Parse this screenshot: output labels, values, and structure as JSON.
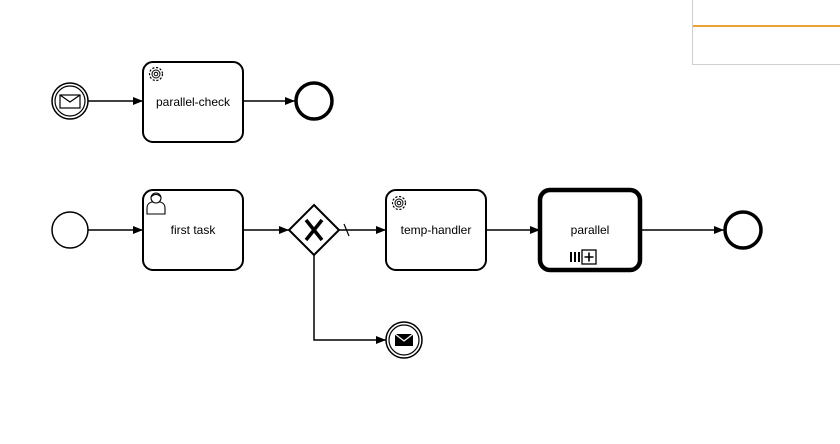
{
  "diagram": {
    "top_process": {
      "start_event": {
        "type": "message-start-event",
        "icon": "envelope-icon"
      },
      "task": {
        "label": "parallel-check",
        "type": "service-task",
        "icon": "gear-icon"
      },
      "end_event": {
        "type": "end-event"
      }
    },
    "main_process": {
      "start_event": {
        "type": "start-event"
      },
      "task_1": {
        "label": "first task",
        "type": "user-task",
        "icon": "user-icon"
      },
      "gateway": {
        "type": "exclusive-gateway",
        "marker": "X"
      },
      "default_flow_marker": true,
      "task_2": {
        "label": "temp-handler",
        "type": "service-task",
        "icon": "gear-icon"
      },
      "subprocess": {
        "label": "parallel",
        "type": "collapsed-subprocess",
        "markers": [
          "parallel-multi-instance-icon",
          "collapsed-plus-icon"
        ]
      },
      "end_event": {
        "type": "end-event"
      },
      "message_end_event": {
        "type": "message-end-event",
        "icon": "envelope-icon"
      }
    }
  },
  "colors": {
    "stroke": "#000000",
    "fill": "#ffffff",
    "panel_accent": "#e8a33a",
    "panel_border": "#cfcfcf"
  }
}
